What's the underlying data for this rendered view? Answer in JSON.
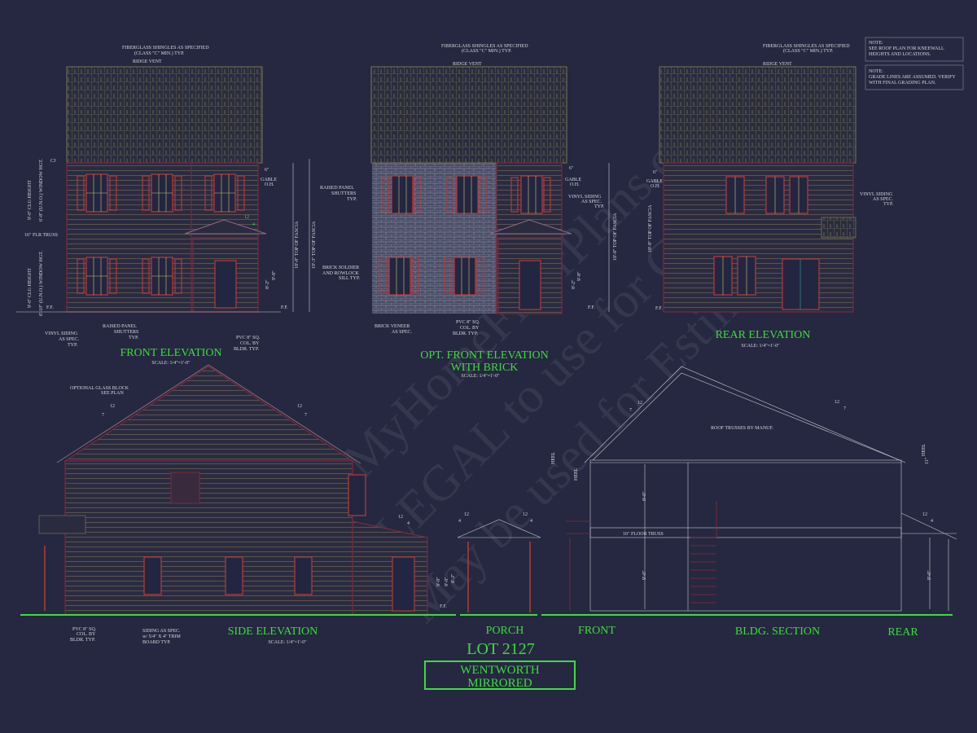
{
  "watermark": [
    "© MyHomeFloorPlans.com",
    "ILLEGAL to use for Construction",
    "May be used for Estimations"
  ],
  "front": {
    "title": "FRONT ELEVATION",
    "scale": "SCALE: 1/4\"=1'-0\"",
    "shingles_1": "FIBERGLASS SHINGLES AS SPECIFIED",
    "shingles_2": "(CLASS \"C\" MIN.) TYP.",
    "ridge": "RIDGE VENT",
    "cj": "CJ",
    "clg_up": "9'-0\" CLG HEIGHT",
    "win_up": "6'-8\" (U.N.O.) WINDOW HGT.",
    "truss": "16\" FLR TRUSS",
    "clg_low": "9'-0\" CLG HEIGHT",
    "win_low": "6'-10\" (U.N.O.) WINDOW HGT.",
    "ff": "F.F.",
    "gable_1": "GABLE",
    "gable_2": "O.H.",
    "oh": "6\"",
    "top1": "18'-8\" TOP OF FASCIA",
    "top2": "19'-3\" TOP OF FASCIA",
    "d1": "8'-2\"",
    "d2": "9'-8\"",
    "pitch_a": "12",
    "pitch_b": "4",
    "siding": [
      "VINYL SIDING",
      "AS SPEC.",
      "TYP."
    ],
    "shutters": [
      "RAISED PANEL",
      "SHUTTERS",
      "TYP."
    ],
    "col": [
      "PVC 8\" SQ.",
      "COL. BY",
      "BLDR. TYP."
    ]
  },
  "brick": {
    "title_1": "OPT. FRONT ELEVATION",
    "title_2": "WITH BRICK",
    "scale": "SCALE: 1/4\"=1'-0\"",
    "shingles_1": "FIBERGLASS SHINGLES AS SPECIFIED",
    "shingles_2": "(CLASS \"C\" MIN.) TYP.",
    "ridge": "RIDGE VENT",
    "shutters": [
      "RAISED PANEL",
      "SHUTTERS",
      "TYP."
    ],
    "soldier": [
      "BRICK SOLDIER",
      "AND ROWLOCK",
      "SILL TYP."
    ],
    "veneer": [
      "BRICK VENEER",
      "AS SPEC."
    ],
    "col": [
      "PVC 8\" SQ.",
      "COL. BY",
      "BLDR. TYP."
    ],
    "siding": [
      "VINYL SIDING",
      "AS SPEC.",
      "TYP."
    ],
    "gable_1": "GABLE",
    "gable_2": "O.H.",
    "oh": "6\"",
    "top1": "18'-8\" TOP OF FASCIA",
    "d1": "8'-2\"",
    "d2": "9'-8\"",
    "ff": "F.F."
  },
  "rear": {
    "title": "REAR ELEVATION",
    "scale": "SCALE: 1/4\"=1'-0\"",
    "shingles_1": "FIBERGLASS SHINGLES AS SPECIFIED",
    "shingles_2": "(CLASS \"C\" MIN.) TYP.",
    "ridge": "RIDGE VENT",
    "siding": [
      "VINYL SIDING",
      "AS SPEC.",
      "TYP."
    ],
    "gable_1": "GABLE",
    "gable_2": "O.H.",
    "oh": "6\"",
    "top1": "18'-8\" TOP OF FASCIA",
    "ff": "F.F."
  },
  "notes": [
    {
      "head": "NOTE:",
      "lines": [
        "SEE ROOF PLAN FOR KNEEWALL",
        "HEIGHTS AND LOCATIONS."
      ]
    },
    {
      "head": "NOTE:",
      "lines": [
        "GRADE LINES ARE ASSUMED. VERIFY",
        "WITH FINAL GRADING PLAN."
      ]
    }
  ],
  "side": {
    "title": "SIDE ELEVATION",
    "scale": "SCALE: 1/4\"=1'-0\"",
    "glass": [
      "OPTIONAL GLASS BLOCK",
      "SEE PLAN"
    ],
    "col": [
      "PVC 8\" SQ.",
      "COL. BY",
      "BLDR. TYP."
    ],
    "siding": [
      "SIDING AS SPEC.",
      "w/ 5/4\" X 4\" TRIM",
      "BOARD TYP."
    ],
    "p12": "12",
    "p7": "7",
    "p4": "4",
    "d": "9'-8\"",
    "ff": "F.F."
  },
  "section": {
    "porch": "PORCH",
    "front": "FRONT",
    "title": "BLDG. SECTION",
    "rear": "REAR",
    "trusses": "ROOF TRUSSES BY MANUF.",
    "floor": "16\" FLOOR TRUSS",
    "heel": "HEEL",
    "heel_v": "11\"",
    "up": "8'-0\"",
    "low": "9'-0\"",
    "p12": "12",
    "p7": "7",
    "p4": "4",
    "porch_d1": "9'-8\"",
    "porch_d2": "8'-2\"",
    "ff": "F.F."
  },
  "lot": "LOT 2127",
  "plan_1": "WENTWORTH",
  "plan_2": "MIRRORED"
}
